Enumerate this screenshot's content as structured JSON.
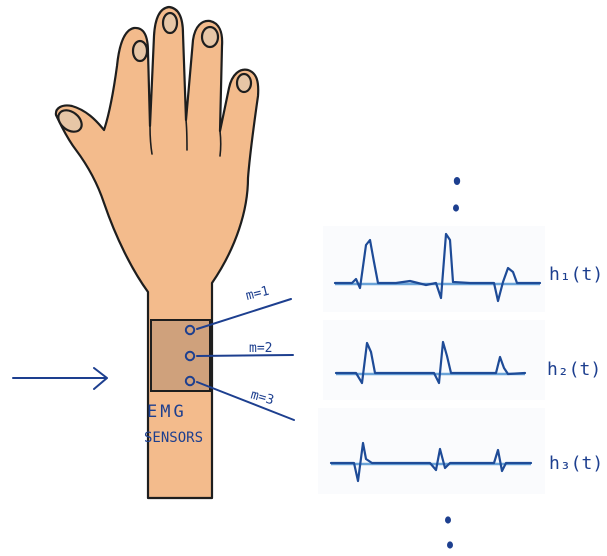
{
  "sensors": {
    "label_line1": "EMG",
    "label_line2": "SENSORS",
    "channels": [
      {
        "label": "m=1"
      },
      {
        "label": "m=2"
      },
      {
        "label": "m=3"
      }
    ]
  },
  "signals": [
    {
      "label": "h₁(t)"
    },
    {
      "label": "h₂(t)"
    },
    {
      "label": "h₃(t)"
    }
  ],
  "colors": {
    "skin": "#f3bb8c",
    "sensor_patch": "#cfa17c",
    "ink": "#1d3f8f",
    "baseline": "#6aa3d8"
  },
  "icons": {
    "arrow": "right-arrow-icon",
    "ellipsis_top": "vertical-ellipsis-icon",
    "ellipsis_bottom": "vertical-ellipsis-icon"
  }
}
